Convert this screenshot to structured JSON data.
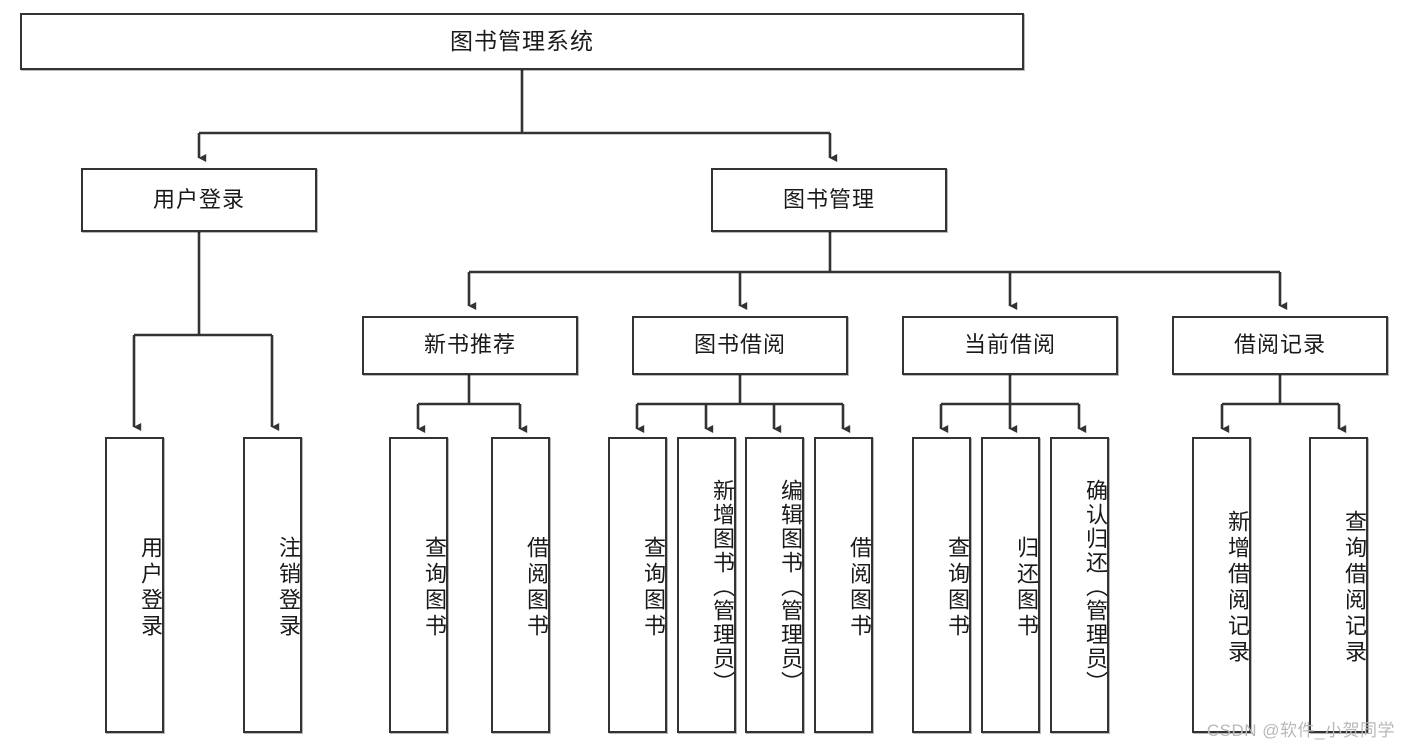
{
  "diagram": {
    "type": "tree",
    "title": "图书管理系统",
    "root": {
      "label": "图书管理系统",
      "id": "root"
    },
    "level2": [
      {
        "id": "user-login",
        "label": "用户登录"
      },
      {
        "id": "book-manage",
        "label": "图书管理"
      }
    ],
    "level3": [
      {
        "id": "new-book-recommend",
        "label": "新书推荐",
        "parent": "book-manage"
      },
      {
        "id": "book-borrow",
        "label": "图书借阅",
        "parent": "book-manage"
      },
      {
        "id": "current-borrow",
        "label": "当前借阅",
        "parent": "book-manage"
      },
      {
        "id": "borrow-record",
        "label": "借阅记录",
        "parent": "book-manage"
      }
    ],
    "leaves": {
      "user-login": [
        {
          "id": "leaf-user-login",
          "label": "用户登录"
        },
        {
          "id": "leaf-user-logout",
          "label": "注销登录"
        }
      ],
      "new-book-recommend": [
        {
          "id": "leaf-query-book-1",
          "label": "查询图书"
        },
        {
          "id": "leaf-borrow-book-1",
          "label": "借阅图书"
        }
      ],
      "book-borrow": [
        {
          "id": "leaf-query-book-2",
          "label": "查询图书"
        },
        {
          "id": "leaf-add-book",
          "label": "新增图书（管理员）"
        },
        {
          "id": "leaf-edit-book",
          "label": "编辑图书（管理员）"
        },
        {
          "id": "leaf-borrow-book-2",
          "label": "借阅图书"
        }
      ],
      "current-borrow": [
        {
          "id": "leaf-query-book-3",
          "label": "查询图书"
        },
        {
          "id": "leaf-return-book",
          "label": "归还图书"
        },
        {
          "id": "leaf-confirm-return",
          "label": "确认归还（管理员）"
        }
      ],
      "borrow-record": [
        {
          "id": "leaf-add-record",
          "label": "新增借阅记录"
        },
        {
          "id": "leaf-query-record",
          "label": "查询借阅记录"
        }
      ]
    }
  },
  "watermark": {
    "text": "CSDN @软件_小贺同学"
  },
  "colors": {
    "stroke": "#333333",
    "node_fill": "#ffffff",
    "text": "#1a1a1a",
    "watermark": "#b8b8b8",
    "background": "#ffffff"
  }
}
